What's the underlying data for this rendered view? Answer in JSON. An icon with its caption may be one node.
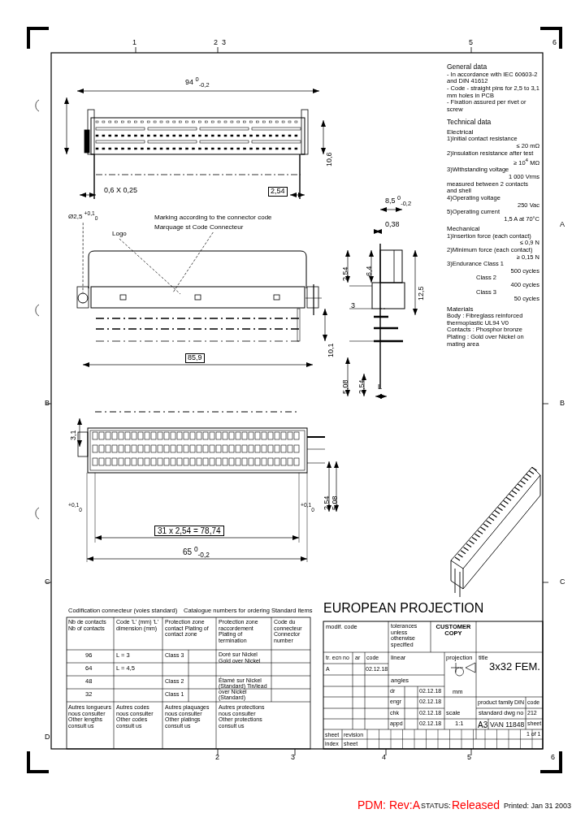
{
  "diagram": {
    "nodes": [
      {
        "text": [
          "Ø2,5 $^{+0,1}$$_{0}$"
        ]
      },
      {
        "text": [],
        "shape": "circle"
      },
      {
        "text": [
          "Logo"
        ]
      },
      {
        "text": [
          "Marking according to the connector code",
          "Marquage st Code Connecteur"
        ]
      }
    ],
    "edges": [
      {
        "from": 0,
        "to": 1,
        "arrow": "none",
        "style": "dashed"
      },
      {
        "from": 2,
        "to": null,
        "arrow": "none",
        "style": "dashed"
      },
      {
        "from": 3,
        "to": null,
        "arrow": "none",
        "style": "dashed"
      }
    ],
    "labels": [
      "1",
      "2",
      "3",
      "5",
      "6",
      "A",
      "B",
      "C",
      "B",
      "C",
      "D",
      "2",
      "3",
      "4",
      "5",
      "6",
      "94 $^{0}$$_{-0,2}$",
      "10,6",
      "0,6 X 0,25",
      "2,54",
      "85,9",
      "10,1",
      "8,5 $^{0}$$_{-0,2}$",
      "0,38",
      "2,54",
      "6,4",
      "12,5",
      "3",
      "5,08",
      "2,54",
      "L",
      "3,1",
      "$^{+0,1}$$_{0}$",
      "$^{+0,1}$$_{0}$",
      "2,54",
      "5,08",
      "31 x 2,54 = 78,74",
      "65 $^{0}$$_{-0,2}$",
      "General data",
      "- In accordance with IEC 60603-2 and DIN 41612",
      "- Code - straight pins for 2,5 to 3,1 mm holes in PCB",
      "- Fixation assured per rivet or screw",
      "Technical data",
      "Electrical",
      "1)Initial contact resistance",
      "≤ 20 mΩ",
      "2)Insulation resistance after test",
      "≥ 10$^{4}$ MΩ",
      "3)Withstanding voltage",
      "1 000 Vrms",
      "measured between 2 contacts and shell",
      "4)Operating voltage",
      "250 Vac",
      "5)Operating current",
      "1,5 A at 70°C",
      "Mechanical",
      "1)Insertion force (each contact)",
      "≤ 0,9 N",
      "2)Minimum force (each contact)",
      "≥ 0,15 N",
      "3)Endurance Class 1",
      "500 cycles",
      "Class 2",
      "400 cycles",
      "Class 3",
      "50 cycles",
      "Materials",
      "Body : Fibreglass reinforced thermoplastic UL94 V0",
      "Contacts : Phosphor bronze",
      "Plating : Gold over Nickel on mating area",
      "Codification connecteur (voies standard)",
      "Catalogue numbers for ordering Standard items",
      "Nb de contacts Nb of contacts",
      "Code 'L' (mm) 'L' dimension (mm)",
      "Protection zone contact Plating of contact zone",
      "Protection zone raccordement Plating of termination",
      "Code du connecteur Connector number",
      "96",
      "64",
      "48",
      "32",
      "L = 3",
      "L = 4,5",
      "Class 3",
      "Class 2",
      "Class 1",
      "Doré sur Nickel Gold over Nickel",
      "Étamé sur Nickel (Standard) Tin/lead over Nickel (Standard)",
      "Autres longueurs nous consulter Other lengths consult us",
      "Autres codes nous consulter Other codes consult us",
      "Autres plaquages nous consulter Other platings consult us",
      "Autres protections nous consulter Other protections consult us",
      "EUROPEAN PROJECTION",
      "modif. code",
      "tolerances unless otherwise specified",
      "CUSTOMER COPY",
      "tr. ecn no",
      "ar",
      "code",
      "A",
      "02.12.18",
      "linear",
      "angles",
      "projection",
      "title",
      "3x32 FEM.",
      "mm",
      "scale",
      "1:1",
      "product family",
      "DIN",
      "code",
      "212",
      "standard dwg no",
      "A3",
      "VAN 11848",
      "sheet",
      "1 of 1",
      "dr",
      "engr",
      "chk",
      "appd",
      "02.12.18",
      "02.12.18",
      "02.12.18",
      "02.12.18",
      "sheet",
      "revision",
      "index",
      "sheet",
      "PDM: Rev:A",
      "STATUS:",
      "Released",
      "Printed: Jan 31 2003"
    ]
  }
}
